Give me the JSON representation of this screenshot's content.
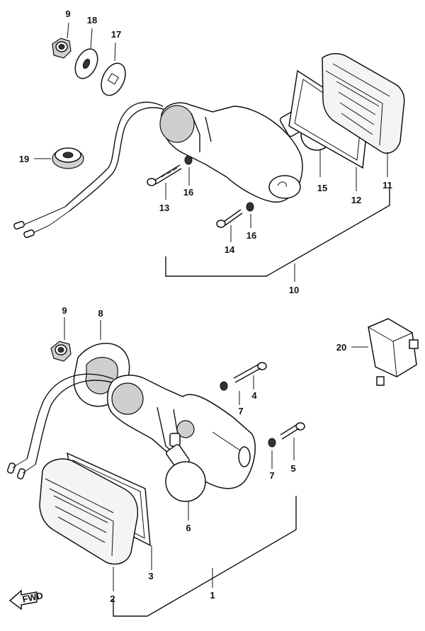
{
  "callouts": [
    {
      "id": "c9a",
      "text": "9"
    },
    {
      "id": "c18",
      "text": "18"
    },
    {
      "id": "c17",
      "text": "17"
    },
    {
      "id": "c19",
      "text": "19"
    },
    {
      "id": "c13",
      "text": "13"
    },
    {
      "id": "c16a",
      "text": "16"
    },
    {
      "id": "c14",
      "text": "14"
    },
    {
      "id": "c16b",
      "text": "16"
    },
    {
      "id": "c15",
      "text": "15"
    },
    {
      "id": "c12",
      "text": "12"
    },
    {
      "id": "c11",
      "text": "11"
    },
    {
      "id": "c10",
      "text": "10"
    },
    {
      "id": "c9b",
      "text": "9"
    },
    {
      "id": "c8",
      "text": "8"
    },
    {
      "id": "c4",
      "text": "4"
    },
    {
      "id": "c7a",
      "text": "7"
    },
    {
      "id": "c5",
      "text": "5"
    },
    {
      "id": "c7b",
      "text": "7"
    },
    {
      "id": "c20",
      "text": "20"
    },
    {
      "id": "c6",
      "text": "6"
    },
    {
      "id": "c3",
      "text": "3"
    },
    {
      "id": "c1",
      "text": "1"
    },
    {
      "id": "c2",
      "text": "2"
    }
  ],
  "fwd_label": "FWD"
}
